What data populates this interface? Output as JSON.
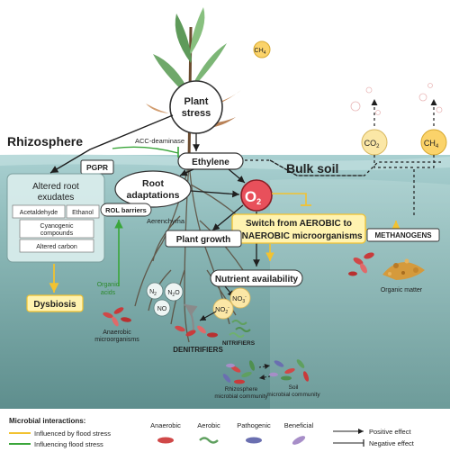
{
  "labels": {
    "plant_stress_line1": "Plant",
    "plant_stress_line2": "stress",
    "rhizosphere": "Rhizosphere",
    "acc_deaminase": "ACC-deaminase",
    "pgpr": "PGPR",
    "ethylene": "Ethylene",
    "bulk_soil": "Bulk soil",
    "altered_root_exudates_line1": "Altered root",
    "altered_root_exudates_line2": "exudates",
    "acetaldehyde": "Acetaldehyde",
    "ethanol": "Ethanol",
    "cyanogenic_line1": "Cyanogenic",
    "cyanogenic_line2": "compounds",
    "altered_carbon": "Altered carbon",
    "root_adaptations_line1": "Root",
    "root_adaptations_line2": "adaptations",
    "rol_barriers": "ROL barriers",
    "aerenchyma": "Aerenchyma",
    "o2_main": "O",
    "o2_sub": "2",
    "switch_line1": "Switch from AEROBIC to",
    "switch_line2": "ANAEROBIC microorganisms",
    "methanogens": "METHANOGENS",
    "organic_matter": "Organic matter",
    "plant_growth": "Plant growth",
    "nutrient_availability": "Nutrient availability",
    "dysbiosis": "Dysbiosis",
    "organic_acids_line1": "Organic",
    "organic_acids_line2": "acids",
    "anaerobic_microorganisms_line1": "Anaerobic",
    "anaerobic_microorganisms_line2": "microorganisms",
    "n2": "N",
    "n2_sub": "2",
    "n2o": "N",
    "n2o_sub": "2",
    "n2o_tail": "O",
    "no": "NO",
    "no3": "NO",
    "no3_sub": "3",
    "no3_sup": "-",
    "no2": "NO",
    "no2_sub": "2",
    "no2_sup": "-",
    "denitrifiers": "DENITRIFIERS",
    "nitrifiers": "NITRIFIERS",
    "rhizosphere_community_line1": "Rhizosphere",
    "rhizosphere_community_line2": "microbial community",
    "soil_community_line1": "Soil",
    "soil_community_line2": "microbial community",
    "co2": "CO",
    "co2_sub": "2",
    "ch4": "CH",
    "ch4_sub": "4",
    "ch4_leaf": "CH",
    "ch4_leaf_sub": "4"
  },
  "legend": {
    "title": "Microbial interactions:",
    "influenced": "Influenced by flood stress",
    "influencing": "Influencing flood stress",
    "anaerobic": "Anaerobic",
    "aerobic": "Aerobic",
    "pathogenic": "Pathogenic",
    "beneficial": "Beneficial",
    "positive": "Positive effect",
    "negative": "Negative effect"
  },
  "colors": {
    "water": "#9fc9cc",
    "soil_top": "#8fb8b5",
    "soil_bottom": "#5f8f8e",
    "o2_fill": "#e8505b",
    "switch_fill": "#fff3b0",
    "switch_border": "#f2c230",
    "dysbiosis_fill": "#fff3b0",
    "influenced_line": "#f2c230",
    "influencing_line": "#3aa63a",
    "co2_bubble": "#fbe7a6",
    "ch4_bubble": "#fbd36a"
  }
}
